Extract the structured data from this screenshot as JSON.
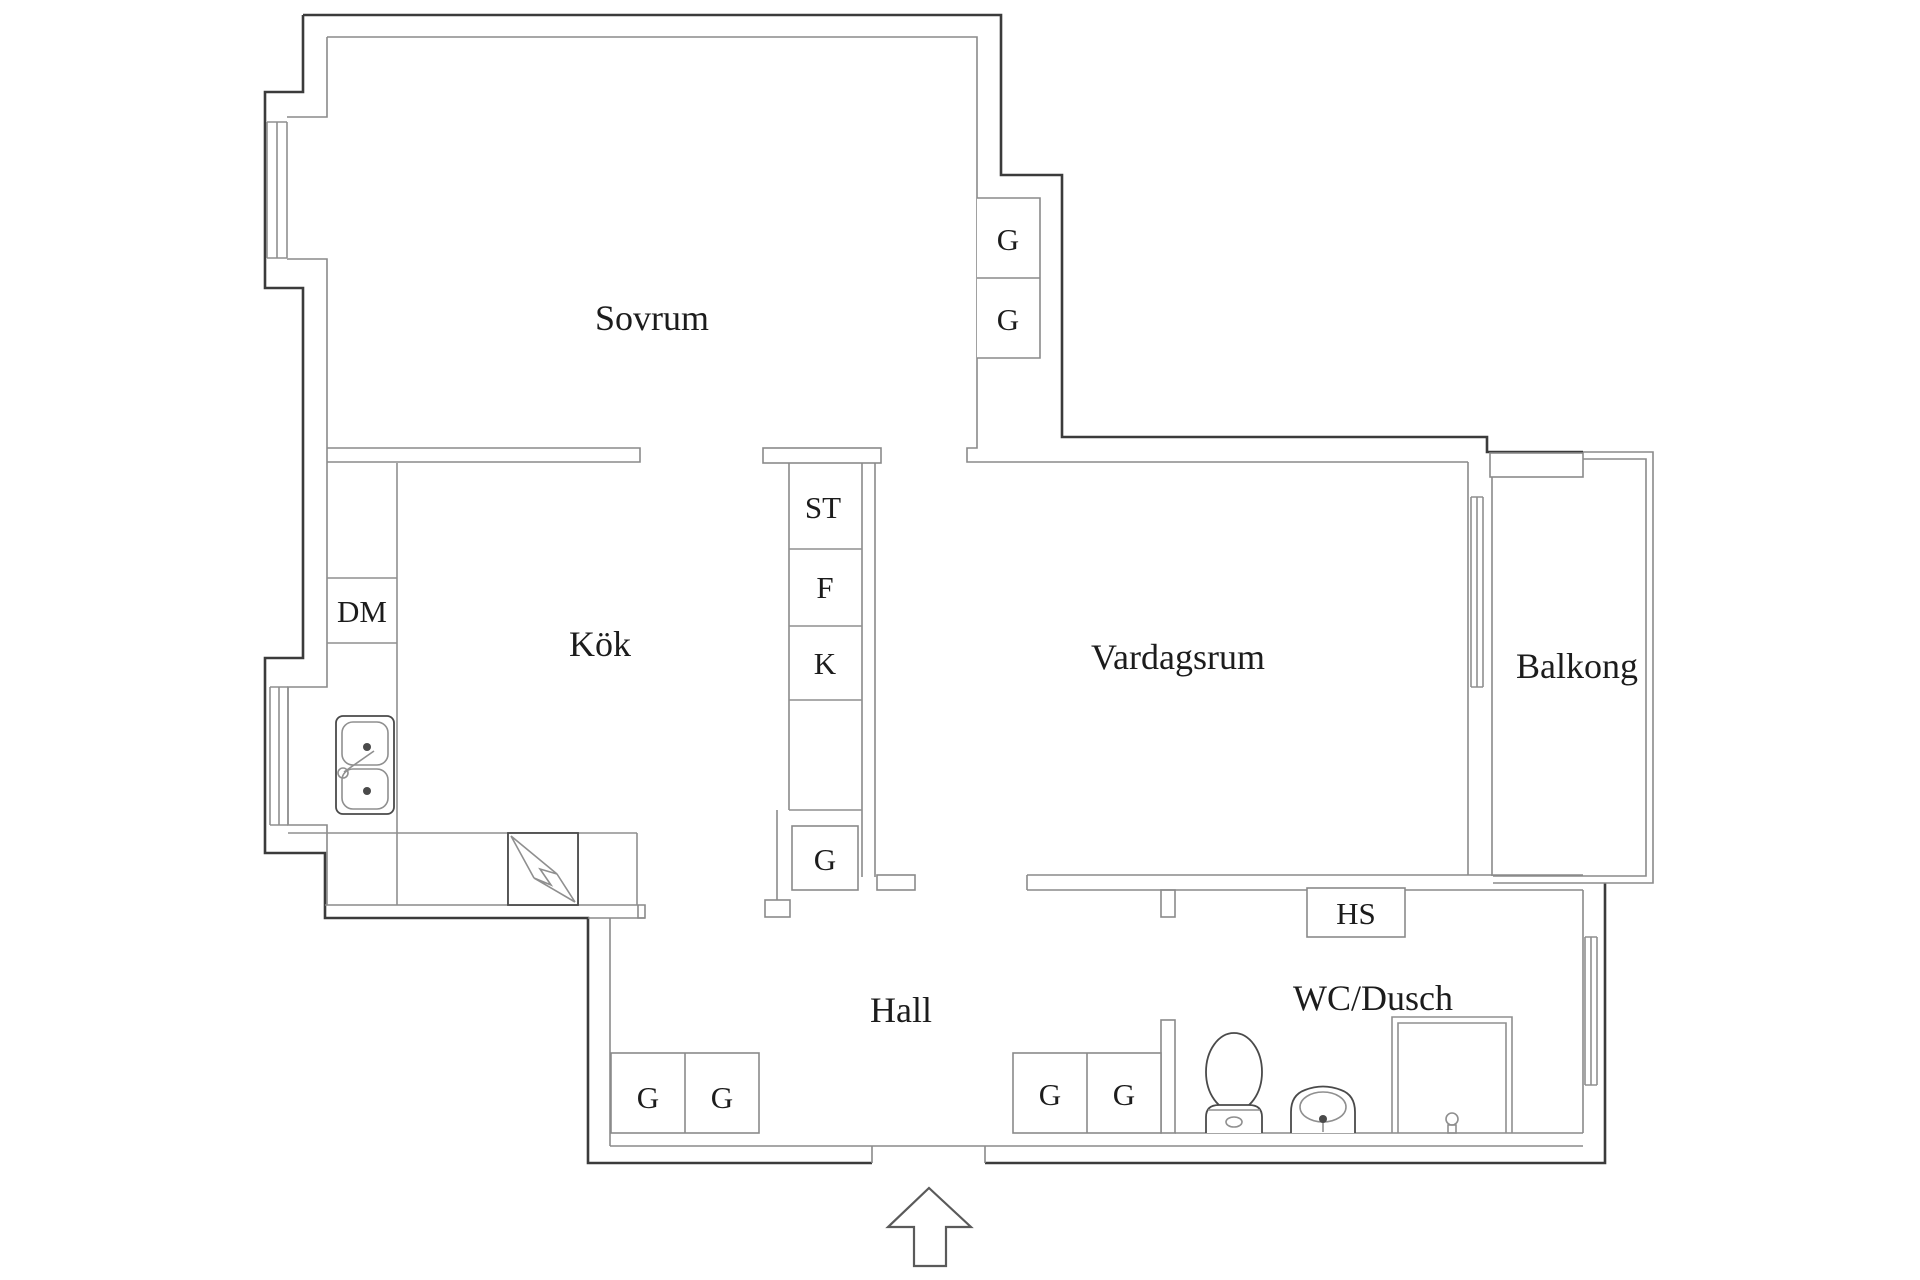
{
  "page": {
    "background": "#ffffff"
  },
  "colors": {
    "outer_wall": "#3b3b3b",
    "inner_wall": "#8a8a8a",
    "fixture_line": "#8f8f8f",
    "label_text": "#1c1c1c"
  },
  "rooms": {
    "bedroom": "Sovrum",
    "kitchen": "Kök",
    "living_room": "Vardagsrum",
    "balcony": "Balkong",
    "hall": "Hall",
    "bathroom": "WC/Dusch"
  },
  "labels": {
    "wardrobe": "G",
    "dishwasher": "DM",
    "storage": "ST",
    "fridge": "F",
    "freezer": "K",
    "linen_cabinet": "HS"
  }
}
